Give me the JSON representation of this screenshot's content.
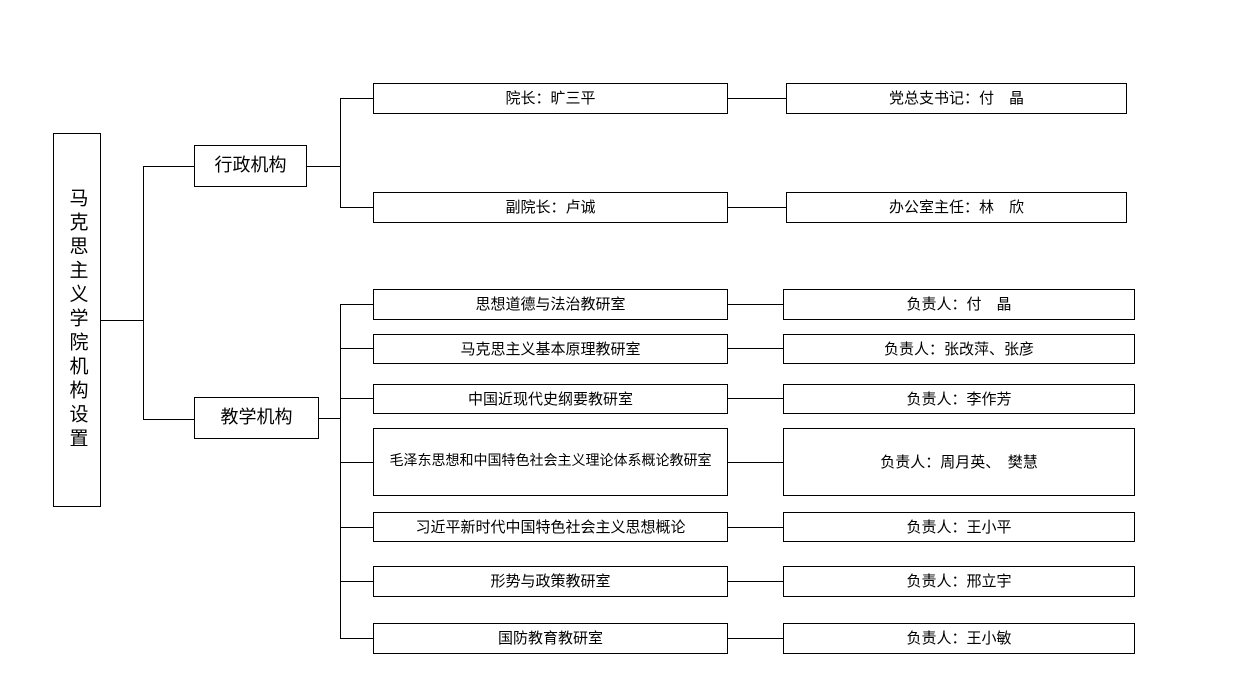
{
  "chart_data": {
    "type": "diagram",
    "title": "马克思主义学院机构设置",
    "orientation": "left-to-right organizational tree"
  },
  "root": {
    "label": "马克思主义学院机构设置"
  },
  "branches": [
    {
      "name": "administrative",
      "label": "行政机构"
    },
    {
      "name": "teaching",
      "label": "教学机构"
    }
  ],
  "administrative_rows": [
    {
      "unit": "院长：旷三平",
      "person": "党总支书记：付　晶"
    },
    {
      "unit": "副院长：卢诚",
      "person": "办公室主任：林　欣"
    }
  ],
  "teaching_rows": [
    {
      "unit": "思想道德与法治教研室",
      "person": "负责人：付　晶"
    },
    {
      "unit": "马克思主义基本原理教研室",
      "person": "负责人：张改萍、张彦"
    },
    {
      "unit": "中国近现代史纲要教研室",
      "person": "负责人：李作芳"
    },
    {
      "unit": "毛泽东思想和中国特色社会主义理论体系概论教研室",
      "person": "负责人：周月英、　樊慧"
    },
    {
      "unit": "习近平新时代中国特色社会主义思想概论",
      "person": "负责人：王小平"
    },
    {
      "unit": "形势与政策教研室",
      "person": "负责人：邢立宇"
    },
    {
      "unit": "国防教育教研室",
      "person": "负责人：王小敏"
    }
  ],
  "colors": {
    "line": "#000000",
    "box_fill": "#ffffff",
    "text": "#000000"
  }
}
